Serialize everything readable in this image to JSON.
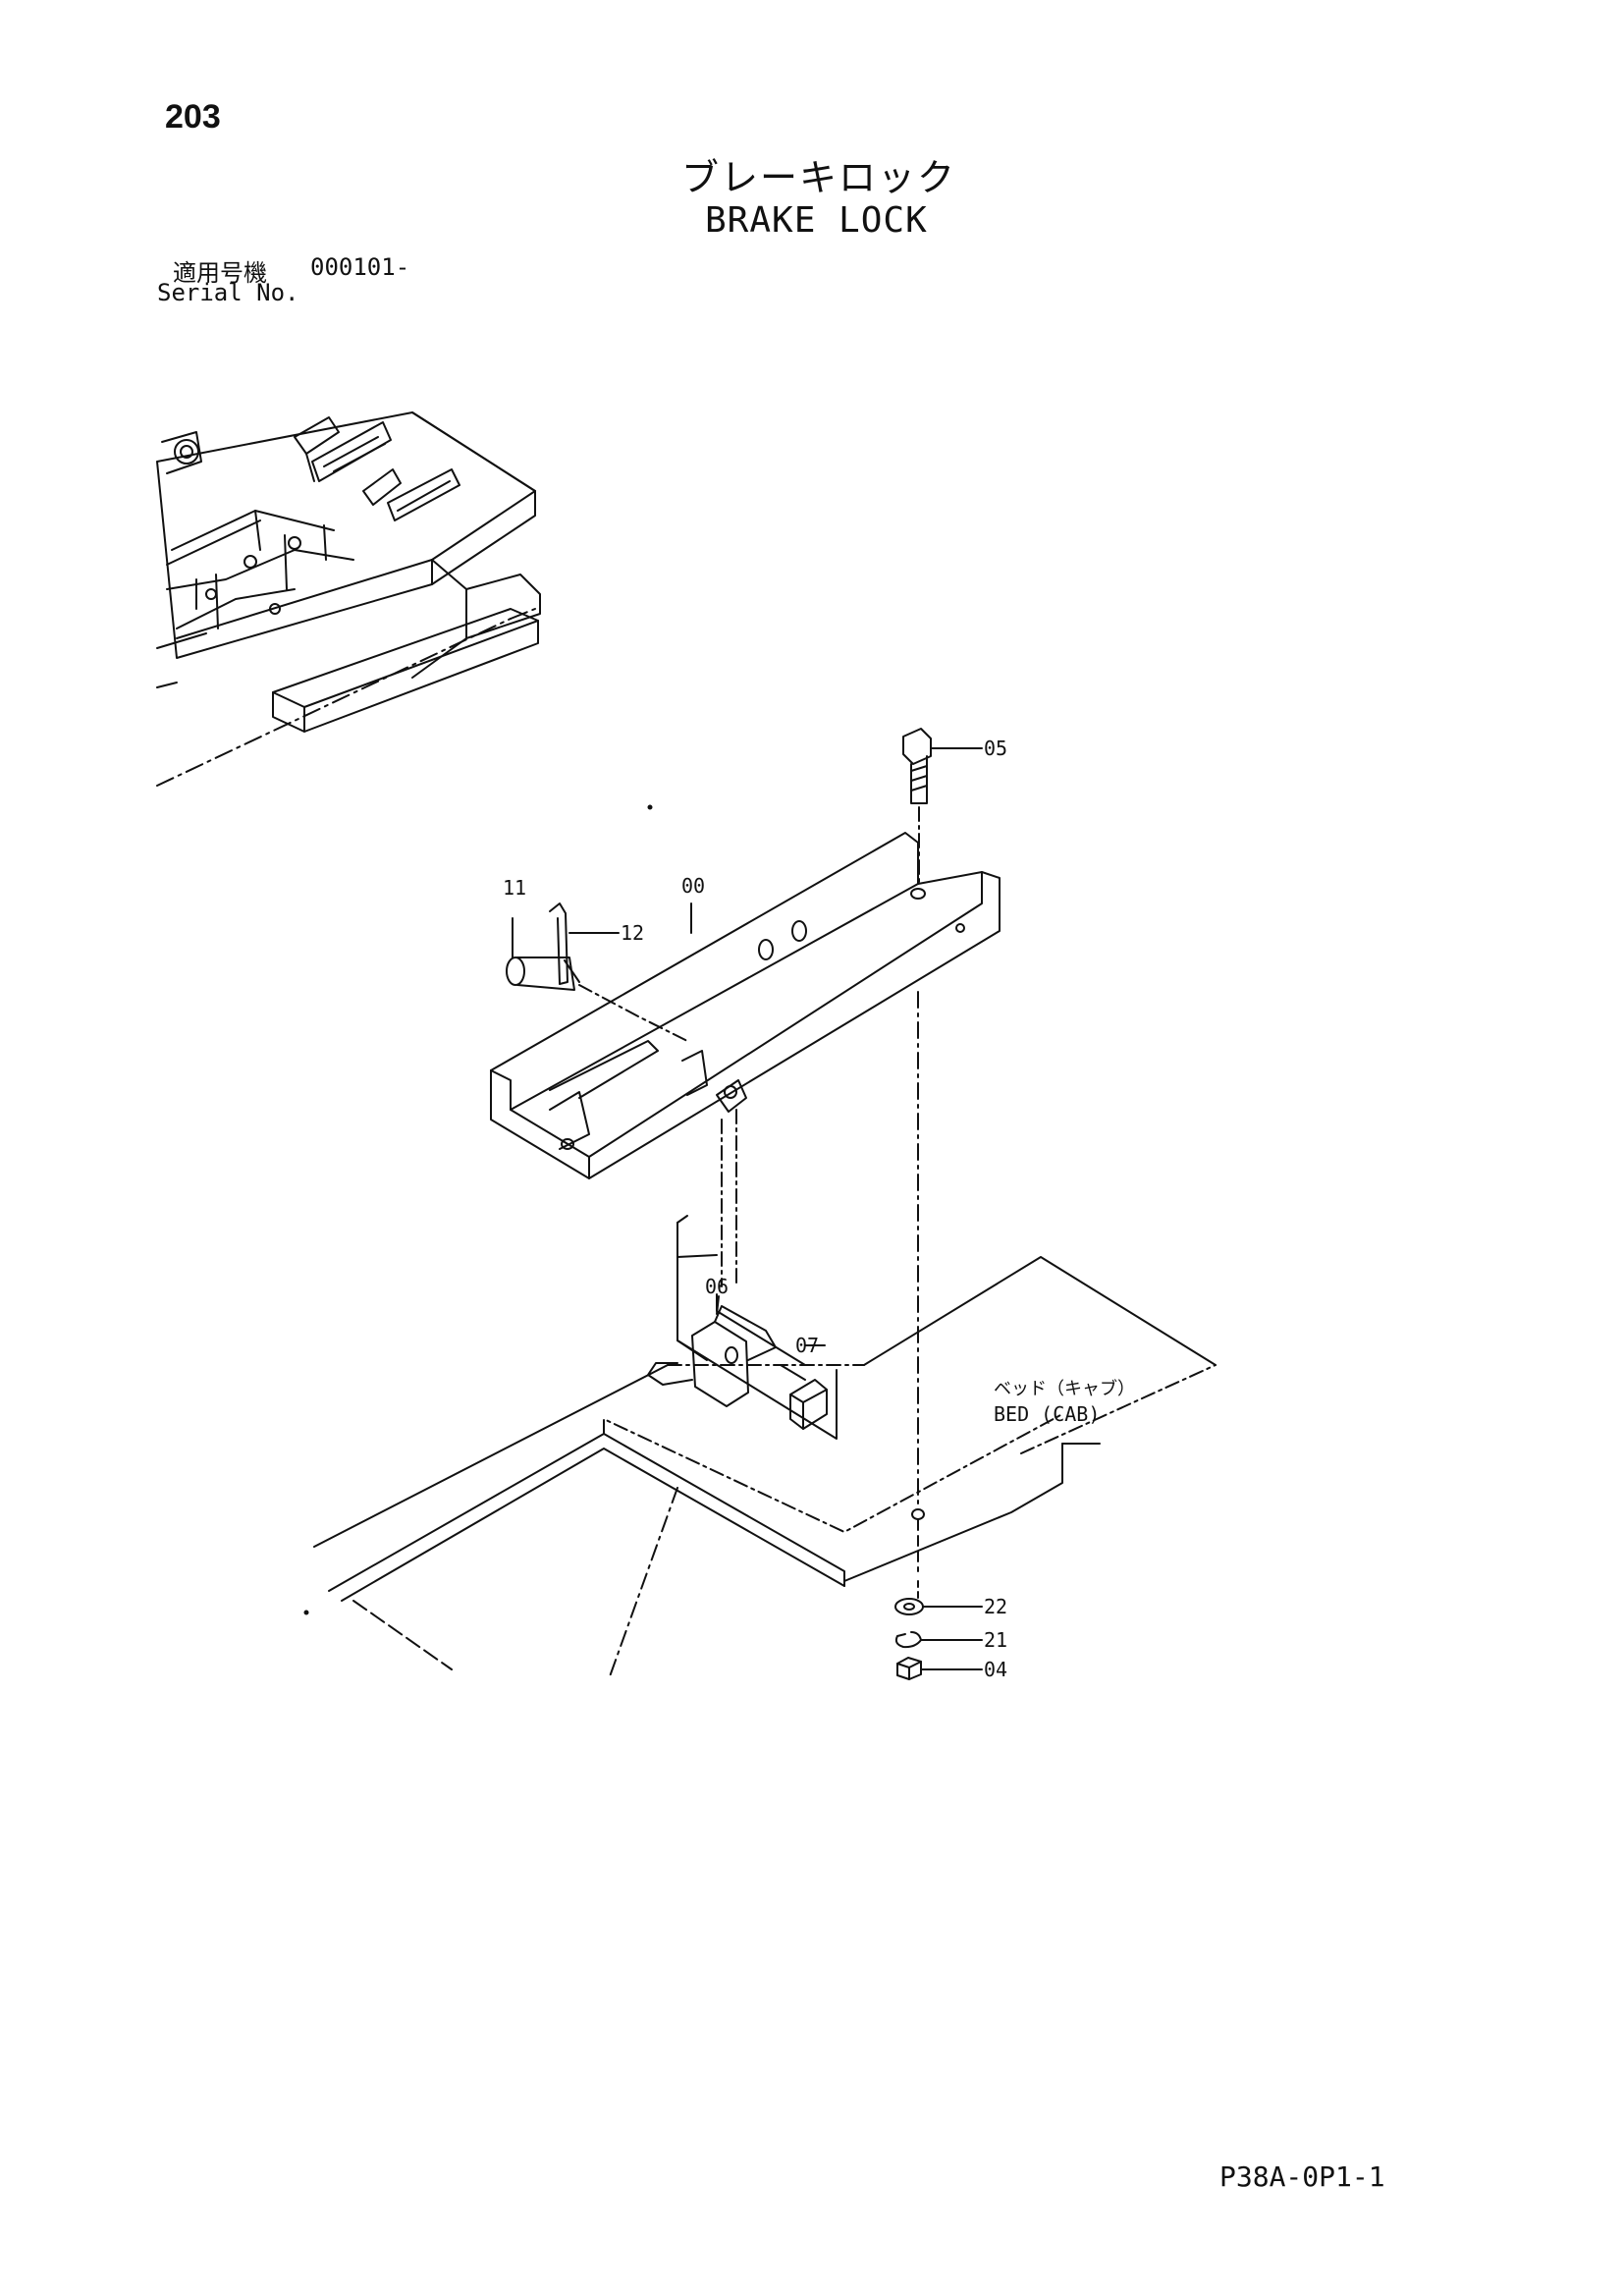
{
  "page": {
    "number": "203",
    "title_jp": "ブレーキロック",
    "title_en": "BRAKE LOCK",
    "serial_label_jp": "適用号機",
    "serial_value": "000101-",
    "serial_label_en": "Serial No.",
    "footer_code": "P38A-0P1-1"
  },
  "diagram": {
    "part_labels": {
      "p05": "05",
      "p11": "11",
      "p12": "12",
      "p00": "00",
      "p06": "06",
      "p07": "07",
      "p22": "22",
      "p21": "21",
      "p04": "04"
    },
    "bed_label_jp": "ベッド（キャブ）",
    "bed_label_en": "BED (CAB)"
  }
}
